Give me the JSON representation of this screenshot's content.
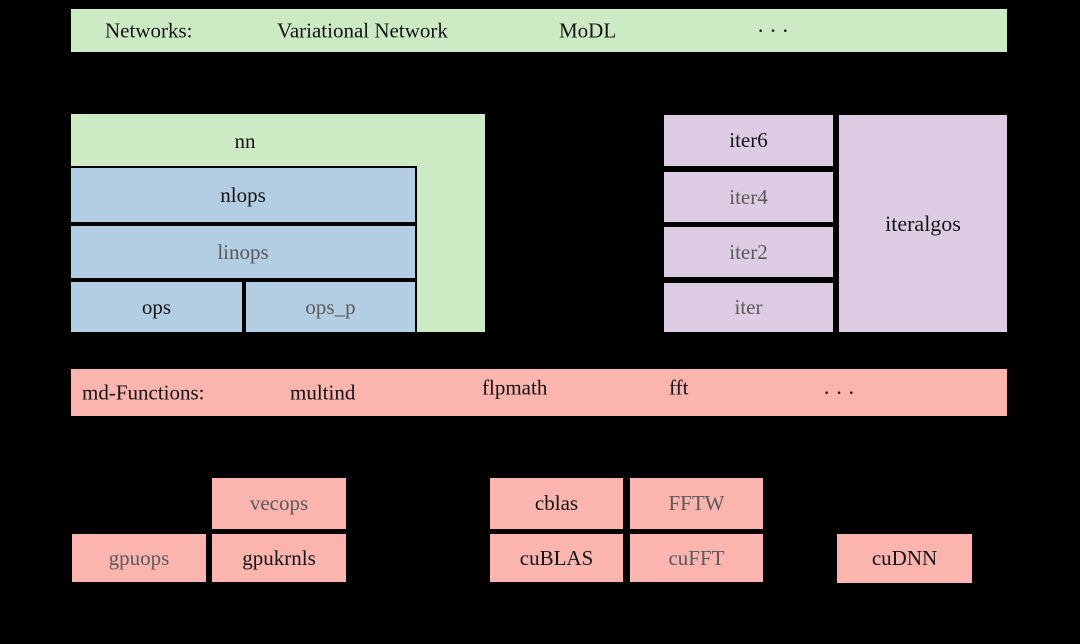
{
  "colors": {
    "green": "#ccebc5",
    "blue": "#b3cde3",
    "purple": "#decbe4",
    "pink": "#fbb4ae",
    "background": "#000000",
    "text_black": "#141414",
    "text_gray": "#5a5a5a"
  },
  "networks_bar": {
    "prefix": "Networks:",
    "item1": "Variational Network",
    "item2": "MoDL",
    "dots": "···"
  },
  "nn_group": {
    "title": "nn",
    "layer1": "nlops",
    "layer2": "linops",
    "bottom_left": "ops",
    "bottom_right": "ops_p"
  },
  "iter_group": {
    "level1": "iter6",
    "level2": "iter4",
    "level3": "iter2",
    "level4": "iter",
    "main": "iteralgos"
  },
  "md_functions_bar": {
    "prefix": "md-Functions:",
    "item1": "multind",
    "item2": "flpmath",
    "item3": "fft",
    "dots": "···"
  },
  "backends": {
    "vecops": "vecops",
    "gpuops": "gpuops",
    "gpukrnls": "gpukrnls",
    "cblas": "cblas",
    "fftw": "FFTW",
    "cublas": "cuBLAS",
    "cufft": "cuFFT",
    "cudnn": "cuDNN"
  }
}
